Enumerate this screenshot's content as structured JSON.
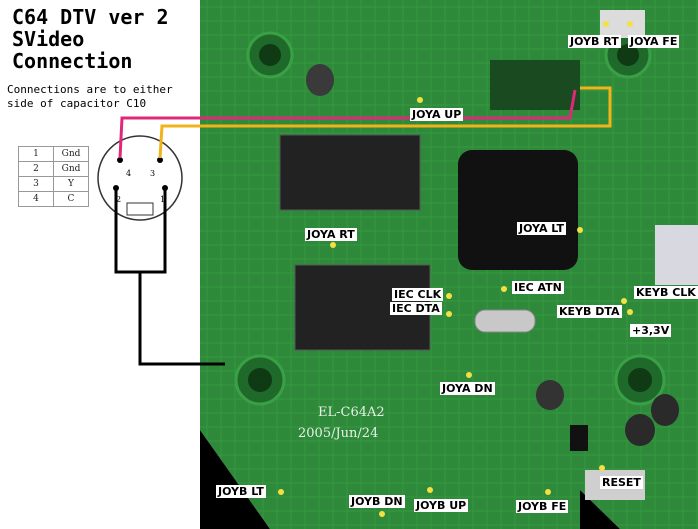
{
  "title": {
    "line1": "C64 DTV ver 2",
    "line2": "SVideo",
    "line3": "Connection"
  },
  "note": {
    "line1": "Connections are to either",
    "line2": "side of capacitor C10"
  },
  "pin_table": [
    {
      "pin": "1",
      "signal": "Gnd"
    },
    {
      "pin": "2",
      "signal": "Gnd"
    },
    {
      "pin": "3",
      "signal": "Y"
    },
    {
      "pin": "4",
      "signal": "C"
    }
  ],
  "connector_pins": {
    "p4": "4",
    "p3": "3",
    "p2": "2",
    "p1": "1"
  },
  "board_silkscreen": {
    "model": "EL-C64A2",
    "date": "2005/Jun/24"
  },
  "labels": {
    "joyb_rt": "JOYB RT",
    "joya_fe": "JOYA FE",
    "joya_up": "JOYA UP",
    "joya_rt": "JOYA RT",
    "joya_lt": "JOYA LT",
    "iec_clk": "IEC CLK",
    "iec_dta": "IEC DTA",
    "iec_atn": "IEC ATN",
    "keyb_clk": "KEYB CLK",
    "keyb_dta": "KEYB DTA",
    "v33": "+3,3V",
    "joya_dn": "JOYA DN",
    "reset": "RESET",
    "joyb_lt": "JOYB LT",
    "joyb_dn": "JOYB DN",
    "joyb_up": "JOYB UP",
    "joyb_fe": "JOYB FE"
  },
  "colors": {
    "pcb": "#2e8a3a",
    "pcb_dark": "#1f6a2a",
    "wire_magenta": "#e0287a",
    "wire_yellow": "#f2b21a",
    "wire_black": "#000000"
  }
}
